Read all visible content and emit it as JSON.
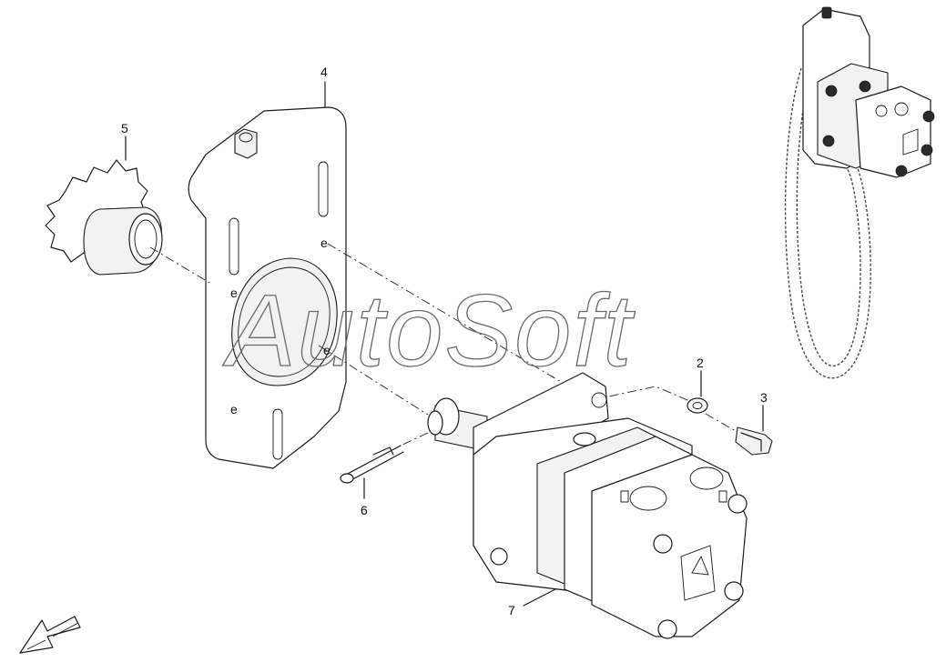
{
  "watermark": "AutoSoft",
  "callouts": {
    "c2": "2",
    "c3": "3",
    "c4": "4",
    "c5": "5",
    "c6": "6",
    "c7": "7"
  }
}
